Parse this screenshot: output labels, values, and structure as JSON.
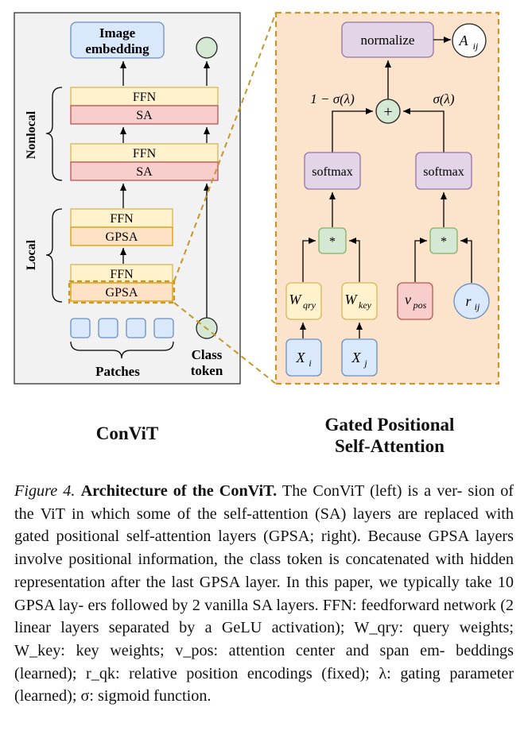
{
  "convit": {
    "image_embedding": [
      "Image",
      "embedding"
    ],
    "nonlocal_label": "Nonlocal",
    "local_label": "Local",
    "ffn": "FFN",
    "sa": "SA",
    "gpsa": "GPSA",
    "patches_label": "Patches",
    "class_token_label": [
      "Class",
      "token"
    ],
    "title": "ConViT"
  },
  "gpsa": {
    "normalize": "normalize",
    "output": "A",
    "output_sub": "ij",
    "plus": "+",
    "left_gate": "1 − σ(λ)",
    "right_gate": "σ(λ)",
    "softmax": "softmax",
    "mult": "*",
    "w_qry": "W",
    "w_qry_sub": "qry",
    "w_key": "W",
    "w_key_sub": "key",
    "v_pos": "v",
    "v_pos_sub": "pos",
    "r_ij": "r",
    "r_ij_sub": "ij",
    "x_i": "X",
    "x_i_sub": "i",
    "x_j": "X",
    "x_j_sub": "j",
    "title": [
      "Gated Positional",
      "Self-Attention"
    ]
  },
  "caption": {
    "figure_label": "Figure 4.",
    "title": "Architecture of the ConViT.",
    "body_lines": [
      " The ConViT (left) is a ver-",
      "sion of the ViT in which some of the self-attention (SA) layers",
      "are replaced with gated positional self-attention layers (GPSA;",
      "right). Because GPSA layers involve positional information, the",
      "class token is concatenated with hidden representation after the",
      "last GPSA layer. In this paper, we typically take 10 GPSA lay-",
      "ers followed by 2 vanilla SA layers. FFN: feedforward network",
      "(2 linear layers separated by a GeLU activation); W_qry: query",
      "weights; W_key: key weights; v_pos: attention center and span em-",
      "beddings (learned); r_qk: relative position encodings (fixed); λ:",
      "gating parameter (learned); σ: sigmoid function."
    ]
  },
  "colors": {
    "panel_bg": "#f2f2f2",
    "gpsa_bg": "#fbe3cc",
    "dash_orange": "#c8962a",
    "ffn_fill": "#fff2cc",
    "ffn_stroke": "#d6b656",
    "sa_fill": "#f8cecc",
    "sa_stroke": "#b85450",
    "gpsa_fill": "#fde2c6",
    "gpsa_stroke": "#d79b00",
    "blue_fill": "#dae8fc",
    "blue_stroke": "#6c8ebf",
    "green_fill": "#d5e8d4",
    "green_stroke": "#82b366",
    "purple_fill": "#e1d5e7",
    "purple_stroke": "#9673a6"
  }
}
